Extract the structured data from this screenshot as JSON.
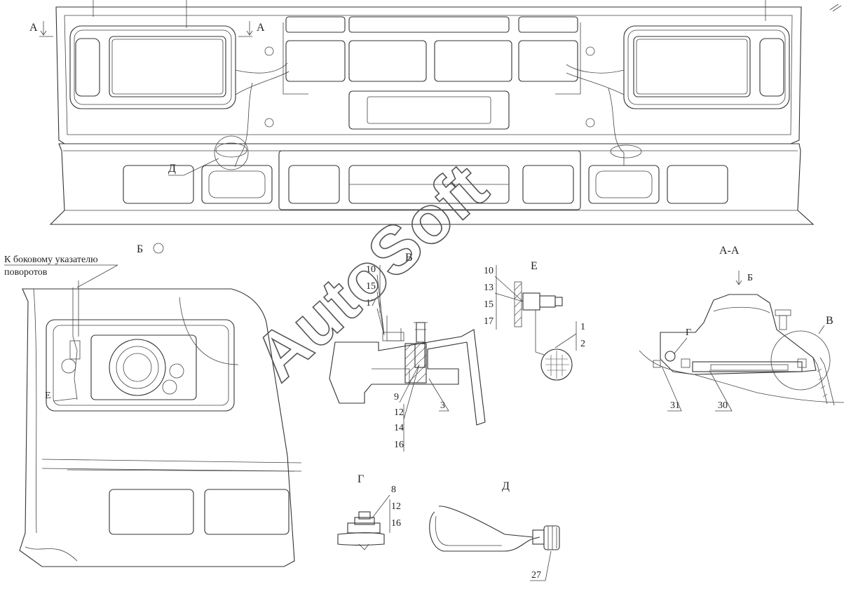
{
  "views": {
    "section_a_left": "А",
    "section_a_right": "А",
    "detail_d_marker": "Д",
    "view_b_title": "Б",
    "view_v_title": "В",
    "view_e_title": "Е",
    "section_aa_title": "А-А",
    "view_b_arrow_label": "Б",
    "view_v_circle_label": "В",
    "view_g_marker": "Г",
    "view_g_title": "Г",
    "view_d_title": "Д",
    "e_marker_small": "Е"
  },
  "note": {
    "line1": "К боковому указателю",
    "line2": "поворотов"
  },
  "callouts": {
    "v": [
      "10",
      "15",
      "17",
      "9",
      "12",
      "14",
      "16",
      "3"
    ],
    "e": [
      "10",
      "13",
      "15",
      "17",
      "1",
      "2"
    ],
    "aa": [
      "31",
      "30"
    ],
    "g": [
      "8",
      "12",
      "16"
    ],
    "d": [
      "27"
    ]
  },
  "watermark": "AutoSoft"
}
